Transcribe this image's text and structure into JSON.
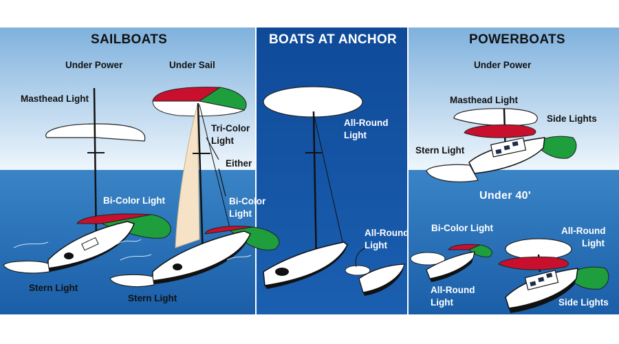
{
  "headers": {
    "sailboats": "SAILBOATS",
    "anchor": "BOATS AT ANCHOR",
    "powerboats": "POWERBOATS"
  },
  "sailboats": {
    "under_power": "Under Power",
    "under_sail": "Under Sail",
    "masthead_light": "Masthead Light",
    "tri_color_1": "Tri-Color",
    "tri_color_2": "Light",
    "either": "Either",
    "bicolor_left": "Bi-Color Light",
    "bicolor_right_1": "Bi-Color",
    "bicolor_right_2": "Light",
    "stern_left": "Stern Light",
    "stern_right": "Stern Light"
  },
  "anchor": {
    "allround_top_1": "All-Round",
    "allround_top_2": "Light",
    "allround_bottom_1": "All-Round",
    "allround_bottom_2": "Light"
  },
  "powerboats": {
    "under_power": "Under Power",
    "masthead_light": "Masthead Light",
    "side_lights_top": "Side Lights",
    "stern_light": "Stern Light",
    "under_40": "Under 40'",
    "bicolor": "Bi-Color Light",
    "allround_left_1": "All-Round",
    "allround_left_2": "Light",
    "allround_right_1": "All-Round",
    "allround_right_2": "Light",
    "side_lights_bottom": "Side Lights"
  },
  "colors": {
    "port_red": "#c8102e",
    "starboard_green": "#1e9e3c",
    "white_light": "#ffffff",
    "sky_light": "#d6e8f5",
    "water": "#2a73b8",
    "anchor_panel": "#1553a3"
  }
}
